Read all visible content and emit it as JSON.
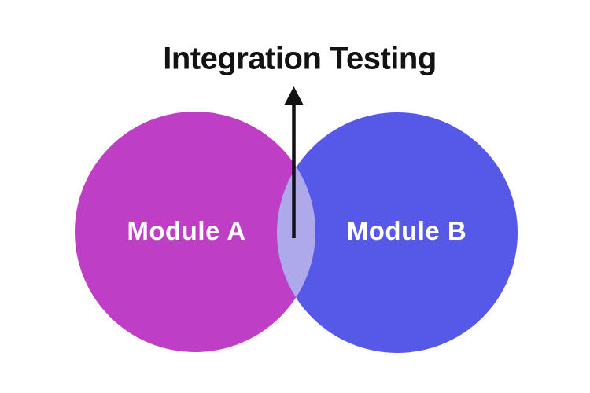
{
  "title": "Integration Testing",
  "diagram": {
    "type": "venn",
    "module_a": {
      "label": "Module A",
      "color": "#BE3FC6"
    },
    "module_b": {
      "label": "Module B",
      "color": "#5659E8"
    },
    "overlap": {
      "color": "#AEA9EA",
      "meaning_label": "Integration Testing"
    },
    "arrow": {
      "color": "#121212",
      "direction": "up"
    },
    "background_color": "#FFFFFF",
    "label_text_color": "#FFFFFF",
    "title_text_color": "#121212"
  }
}
